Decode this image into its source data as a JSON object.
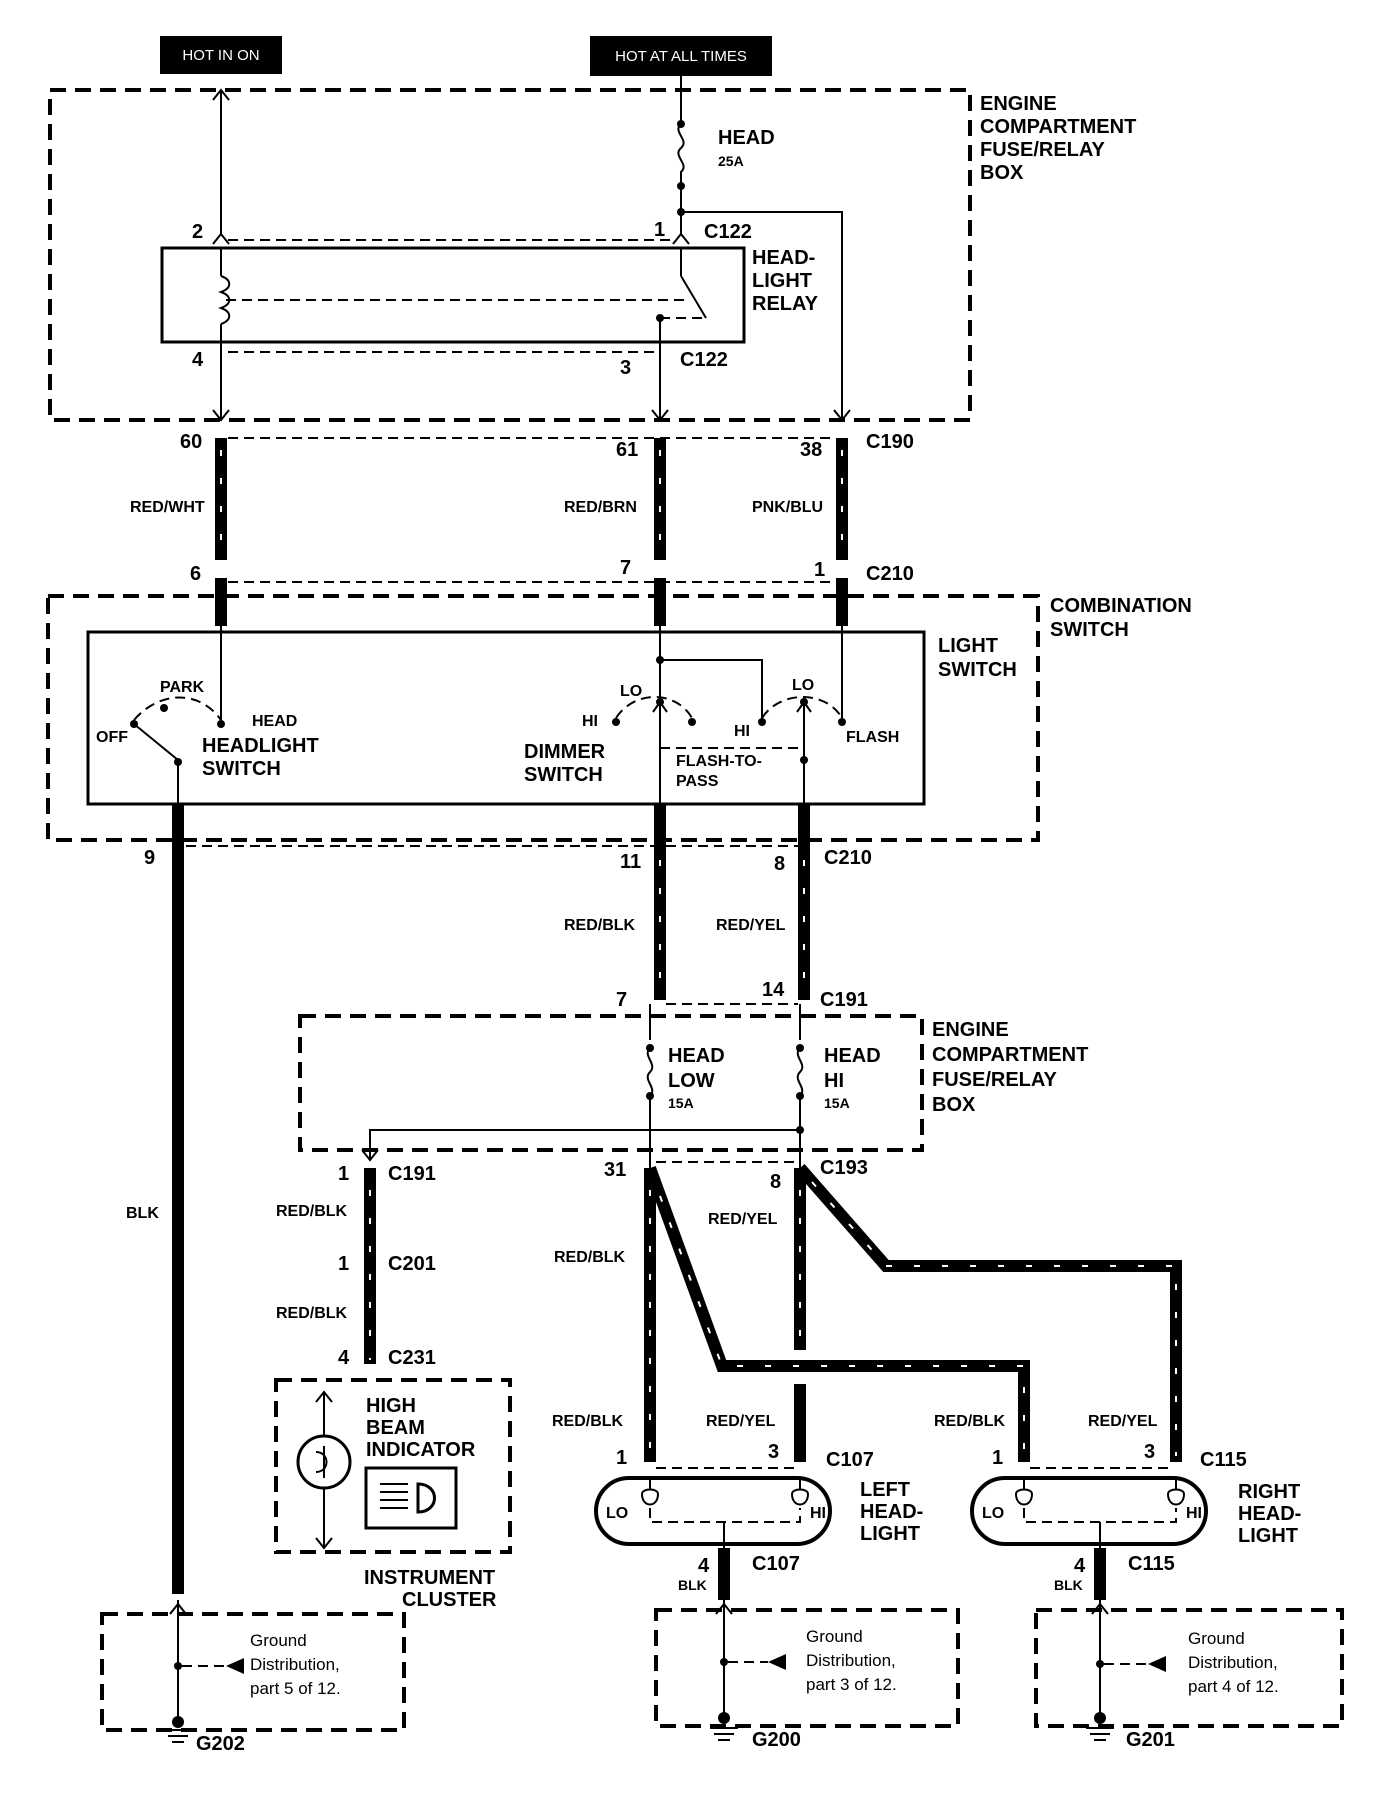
{
  "supply": {
    "hot_in_on": "HOT IN ON",
    "hot_at_all_times": "HOT AT ALL TIMES"
  },
  "fuse_box_top": {
    "title_lines": [
      "ENGINE",
      "COMPARTMENT",
      "FUSE/RELAY",
      "BOX"
    ],
    "fuse_name": "HEAD",
    "fuse_rating": "25A",
    "relay_lines": [
      "HEAD-",
      "LIGHT",
      "RELAY"
    ],
    "connector_top": "C122",
    "connector_bottom": "C122",
    "pins": {
      "p1": "1",
      "p2": "2",
      "p3": "3",
      "p4": "4"
    }
  },
  "c190": {
    "connector": "C190",
    "pins": [
      "60",
      "61",
      "38"
    ],
    "wires": [
      "RED/WHT",
      "RED/BRN",
      "PNK/BLU"
    ]
  },
  "c210_top": {
    "connector": "C210",
    "pins": [
      "6",
      "7",
      "1"
    ]
  },
  "combination_switch": {
    "title_lines": [
      "COMBINATION",
      "SWITCH"
    ],
    "light_switch_lines": [
      "LIGHT",
      "SWITCH"
    ],
    "headlight_switch_lines": [
      "HEADLIGHT",
      "SWITCH"
    ],
    "dimmer_switch_lines": [
      "DIMMER",
      "SWITCH"
    ],
    "flash_to_pass_lines": [
      "FLASH-TO-",
      "PASS"
    ],
    "positions": {
      "park": "PARK",
      "head": "HEAD",
      "off": "OFF",
      "lo1": "LO",
      "hi1": "HI",
      "lo2": "LO",
      "hi2": "HI",
      "flash": "FLASH"
    }
  },
  "c210_bottom": {
    "connector": "C210",
    "pins": [
      "9",
      "11",
      "8"
    ],
    "wires": [
      "RED/BLK",
      "RED/YEL"
    ]
  },
  "c191_top": {
    "connector": "C191",
    "pins": [
      "7",
      "14"
    ]
  },
  "fuse_box_bottom": {
    "title_lines": [
      "ENGINE",
      "COMPARTMENT",
      "FUSE/RELAY",
      "BOX"
    ],
    "fuse1_lines": [
      "HEAD",
      "LOW"
    ],
    "fuse1_rating": "15A",
    "fuse2_lines": [
      "HEAD",
      "HI"
    ],
    "fuse2_rating": "15A"
  },
  "lower_connectors": {
    "c191": "C191",
    "c191_pin": "1",
    "c193": "C193",
    "c193_pins": [
      "31",
      "8"
    ],
    "c201": "C201",
    "c201_pin": "1",
    "c231": "C231",
    "c231_pin": "4"
  },
  "wire_labels": {
    "blk": "BLK",
    "ind1": "RED/BLK",
    "ind2": "RED/BLK",
    "r1": "RED/YEL",
    "r2": "RED/BLK",
    "lh_lo": "RED/BLK",
    "lh_hi": "RED/YEL",
    "rh_lo": "RED/BLK",
    "rh_hi": "RED/YEL"
  },
  "indicator": {
    "lines": [
      "HIGH",
      "BEAM",
      "INDICATOR"
    ],
    "cluster_lines": [
      "INSTRUMENT",
      "CLUSTER"
    ]
  },
  "left_headlight": {
    "lines": [
      "LEFT",
      "HEAD-",
      "LIGHT"
    ],
    "lo": "LO",
    "hi": "HI",
    "connector": "C107",
    "pin1": "1",
    "pin3": "3",
    "ground_connector": "C107",
    "ground_pin": "4",
    "ground_wire": "BLK"
  },
  "right_headlight": {
    "lines": [
      "RIGHT",
      "HEAD-",
      "LIGHT"
    ],
    "lo": "LO",
    "hi": "HI",
    "connector": "C115",
    "pin1": "1",
    "pin3": "3",
    "ground_connector": "C115",
    "ground_pin": "4",
    "ground_wire": "BLK"
  },
  "grounds": [
    {
      "lines": [
        "Ground",
        "Distribution,",
        "part 5 of 12."
      ],
      "name": "G202"
    },
    {
      "lines": [
        "Ground",
        "Distribution,",
        "part 3 of 12."
      ],
      "name": "G200"
    },
    {
      "lines": [
        "Ground",
        "Distribution,",
        "part 4 of 12."
      ],
      "name": "G201"
    }
  ]
}
